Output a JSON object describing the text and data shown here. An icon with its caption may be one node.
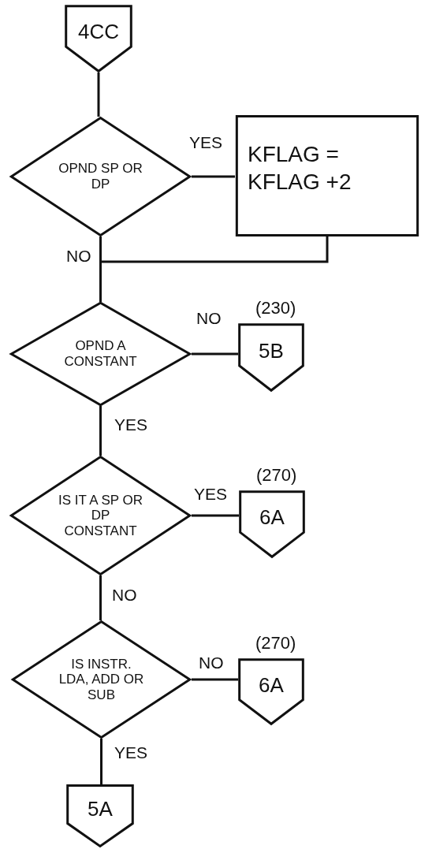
{
  "diagram": {
    "nodes": [
      {
        "text": [
          "4CC"
        ]
      },
      {
        "text": [
          "OPND SP OR DP"
        ]
      },
      {
        "text": [
          "KFLAG = KFLAG +2"
        ]
      },
      {
        "text": [
          "OPND A CONSTANT"
        ]
      },
      {
        "text": [
          "5B"
        ],
        "beside": [
          "(230)"
        ]
      },
      {
        "text": [
          "IS IT A SP OR DP CONSTANT"
        ]
      },
      {
        "text": [
          "6A"
        ],
        "beside": [
          "(270)"
        ]
      },
      {
        "text": [
          "IS INSTR. LDA, ADD OR SUB"
        ]
      },
      {
        "text": [
          "6A"
        ],
        "beside": [
          "(270)"
        ]
      },
      {
        "text": [
          "5A"
        ]
      }
    ],
    "edges": [
      {
        "from": 0,
        "to": 1,
        "arrow": "none"
      },
      {
        "from": 1,
        "to": 2,
        "arrow": "none",
        "label": "YES"
      },
      {
        "from": 1,
        "to": 3,
        "arrow": "none",
        "label": "NO"
      },
      {
        "from": 2,
        "to": 3,
        "arrow": "none"
      },
      {
        "from": 3,
        "to": 4,
        "arrow": "none",
        "label": "NO"
      },
      {
        "from": 3,
        "to": 5,
        "arrow": "none",
        "label": "YES"
      },
      {
        "from": 5,
        "to": 6,
        "arrow": "none",
        "label": "YES"
      },
      {
        "from": 5,
        "to": 7,
        "arrow": "none",
        "label": "NO"
      },
      {
        "from": 7,
        "to": 8,
        "arrow": "none",
        "label": "NO"
      },
      {
        "from": 7,
        "to": 9,
        "arrow": "none",
        "label": "YES"
      }
    ]
  }
}
